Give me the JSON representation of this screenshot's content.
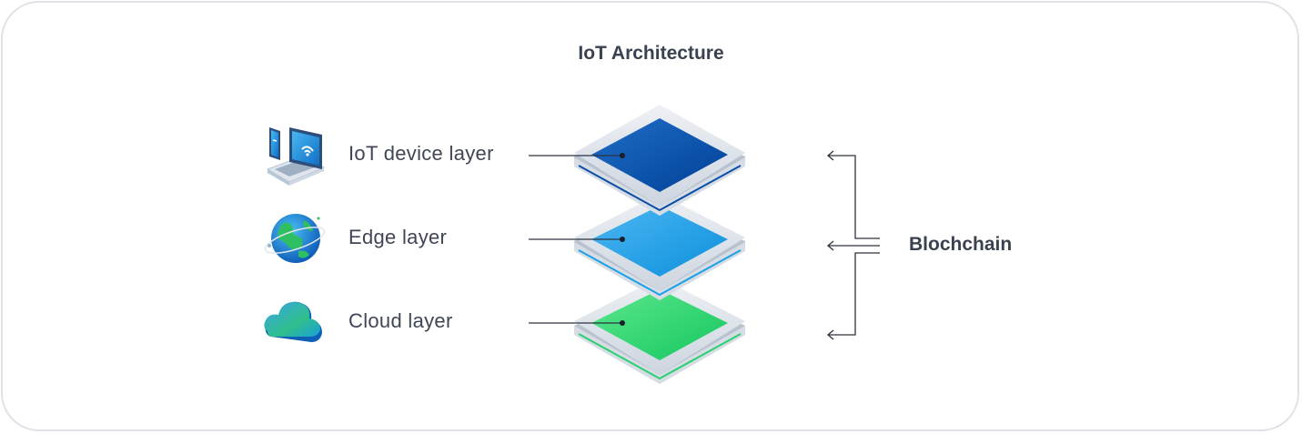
{
  "diagram": {
    "title": "IoT Architecture",
    "layers": [
      {
        "label": "IoT device layer",
        "icon": "laptop-phone-icon",
        "color_dark": "#003f97",
        "color_light": "#1f6fc7"
      },
      {
        "label": "Edge layer",
        "icon": "globe-icon",
        "color_dark": "#0d8fdc",
        "color_light": "#4cb8f3"
      },
      {
        "label": "Cloud layer",
        "icon": "cloud-icon",
        "color_dark": "#15c65f",
        "color_light": "#5ce88e"
      }
    ],
    "side_label": "Blochchain"
  }
}
